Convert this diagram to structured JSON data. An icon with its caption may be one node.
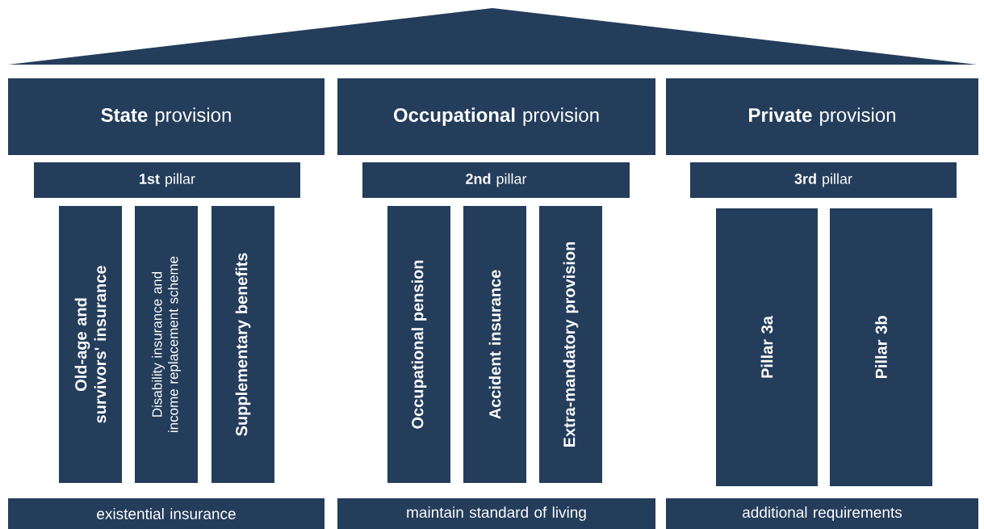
{
  "diagram": {
    "nodes": [
      {
        "text": [],
        "shape": "triangle"
      },
      {
        "text": [
          "**State** provision"
        ]
      },
      {
        "text": [
          "**Occupational** provision"
        ]
      },
      {
        "text": [
          "**Private** provision"
        ]
      },
      {
        "text": [
          "**1st** pillar"
        ]
      },
      {
        "text": [
          "**2nd** pillar"
        ]
      },
      {
        "text": [
          "**3rd** pillar"
        ]
      },
      {
        "text": [
          "Old-age and survivors' insurance"
        ]
      },
      {
        "text": [
          "Disability insurance and income replacement scheme"
        ]
      },
      {
        "text": [
          "Supplementary benefits"
        ]
      },
      {
        "text": [
          "Occupational pension"
        ]
      },
      {
        "text": [
          "Accident insurance"
        ]
      },
      {
        "text": [
          "Extra-mandatory provision"
        ]
      },
      {
        "text": [
          "Pillar 3a"
        ]
      },
      {
        "text": [
          "Pillar 3b"
        ]
      },
      {
        "text": [
          "existential insurance"
        ]
      },
      {
        "text": [
          "maintain standard of living"
        ]
      },
      {
        "text": [
          "additional requirements"
        ]
      }
    ]
  }
}
